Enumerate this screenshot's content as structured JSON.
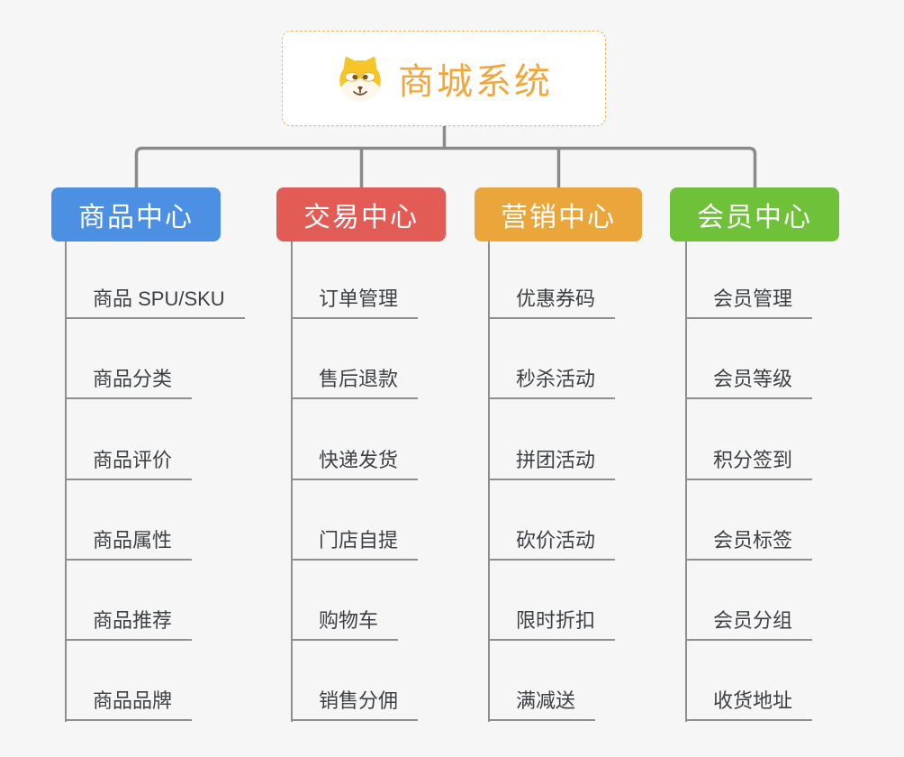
{
  "canvas": {
    "background": "#f6f6f6",
    "connector_color": "#8a8a8a"
  },
  "root": {
    "title": "商城系统",
    "icon": "doge-dog-icon",
    "text_color": "#f2a73d",
    "border_color": "#f2b45e",
    "background": "#ffffff"
  },
  "branches": [
    {
      "label": "商品中心",
      "color": "#4b90e2",
      "children": [
        "商品 SPU/SKU",
        "商品分类",
        "商品评价",
        "商品属性",
        "商品推荐",
        "商品品牌"
      ]
    },
    {
      "label": "交易中心",
      "color": "#e25b55",
      "children": [
        "订单管理",
        "售后退款",
        "快递发货",
        "门店自提",
        "购物车",
        "销售分佣"
      ]
    },
    {
      "label": "营销中心",
      "color": "#eba63b",
      "children": [
        "优惠券码",
        "秒杀活动",
        "拼团活动",
        "砍价活动",
        "限时折扣",
        "满减送"
      ]
    },
    {
      "label": "会员中心",
      "color": "#6ec139",
      "children": [
        "会员管理",
        "会员等级",
        "积分签到",
        "会员标签",
        "会员分组",
        "收货地址"
      ]
    }
  ]
}
